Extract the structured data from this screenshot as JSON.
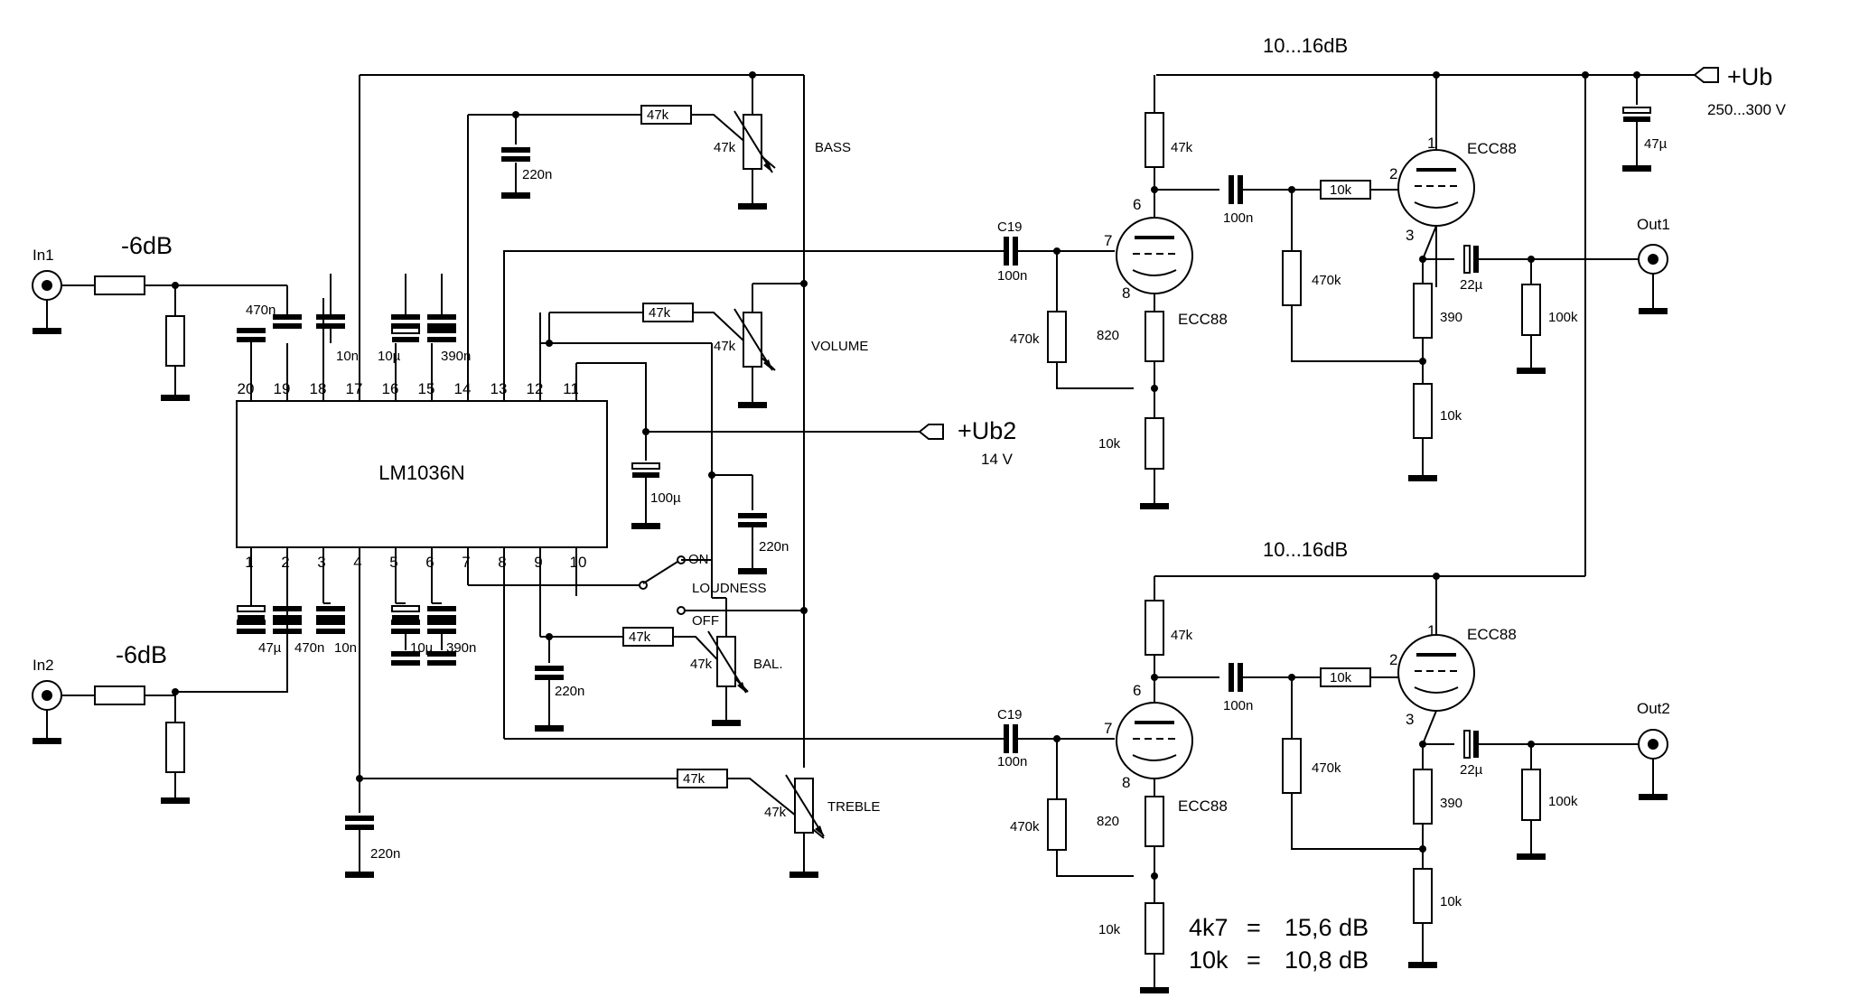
{
  "ic": {
    "name": "LM1036N"
  },
  "ic_pins_top": [
    "20",
    "19",
    "18",
    "17",
    "16",
    "15",
    "14",
    "13",
    "12",
    "11"
  ],
  "ic_pins_bottom": [
    "1",
    "2",
    "3",
    "4",
    "5",
    "6",
    "7",
    "8",
    "9",
    "10"
  ],
  "inputs": [
    {
      "name": "In1",
      "attenuation": "-6dB"
    },
    {
      "name": "In2",
      "attenuation": "-6dB"
    }
  ],
  "outputs": [
    {
      "name": "Out1"
    },
    {
      "name": "Out2"
    }
  ],
  "supply_main": {
    "name": "+Ub",
    "range": "250...300 V"
  },
  "supply_ic": {
    "name": "+Ub2",
    "voltage": "14 V"
  },
  "controls": {
    "bass": "BASS",
    "volume": "VOLUME",
    "treble": "TREBLE",
    "balance": "BAL."
  },
  "loudness_switch": {
    "label": "LOUDNESS",
    "on": "ON",
    "off": "OFF"
  },
  "stage_gains": [
    "10...16dB",
    "10...16dB"
  ],
  "tube_type": "ECC88",
  "tube_pins": {
    "plate1": "1",
    "grid1": "2",
    "cathode1": "3",
    "plate2": "6",
    "grid2": "7",
    "cathode2": "8"
  },
  "components": {
    "c_in_top_19": "470n",
    "c_18": "10n",
    "c_16": "10µ",
    "c_15": "390n",
    "c_bass": "220n",
    "pot_value": "47k",
    "r_series": "47k",
    "c_100u": "100µ",
    "c_12": "220n",
    "c_bot_1": "47µ",
    "c_bot_2": "470n",
    "c_bot_3": "10n",
    "c_bot_5": "10µ",
    "c_bot_6": "390n",
    "c_bal": "220n",
    "c_treble": "220n",
    "c19_name": "C19",
    "c19_value": "100n",
    "r_grid": "470k",
    "r_cathode1": "820",
    "r_cathode_gnd": "10k",
    "r_plate": "47k",
    "c_couple": "100n",
    "r_grid_stop": "10k",
    "r_grid2": "470k",
    "r_cathode2": "390",
    "r_cathode2_gnd": "10k",
    "c_out": "22µ",
    "r_out": "100k",
    "c_supply": "47µ"
  },
  "gain_notes": [
    {
      "resistor": "4k7",
      "eq": "=",
      "gain": "15,6 dB"
    },
    {
      "resistor": "10k",
      "eq": "=",
      "gain": "10,8 dB"
    }
  ]
}
